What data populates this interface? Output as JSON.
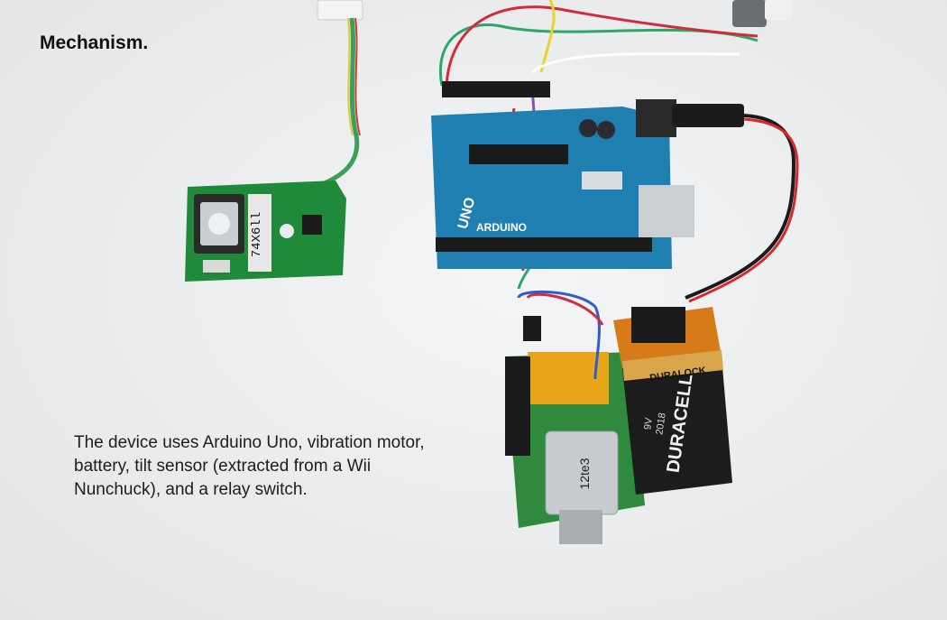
{
  "heading": "Mechanism.",
  "caption": "The device uses Arduino Uno, vibration motor, battery, tilt sensor (extracted from a Wii Nunchuck), and a relay switch.",
  "labels": {
    "pcb_marking": "74X6ll",
    "arduino_brand": "ARDUINO",
    "arduino_model": "UNO",
    "battery_brand": "DURACELL",
    "battery_line": "DURALOCK",
    "battery_spec": "9V",
    "battery_date": "2018",
    "motor_marking": "12te3"
  }
}
